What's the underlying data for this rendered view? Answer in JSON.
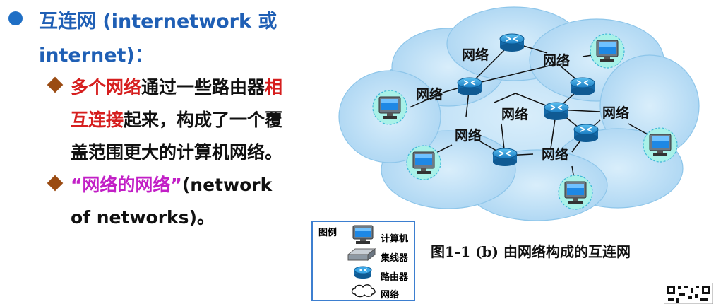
{
  "heading": {
    "line1": "互连网 (internetwork 或",
    "line2": "internet)："
  },
  "bullet1": {
    "line1": {
      "highlight1": "多个网络",
      "text": "通过一些路由器",
      "highlight2": "相"
    },
    "line2": {
      "highlight": "互连接",
      "text": "起来，构成了一个覆"
    },
    "line3": "盖范围更大的计算机网络。"
  },
  "bullet2": {
    "line1": {
      "highlight": "“网络的网络”",
      "text": "(network"
    },
    "line2": "of networks)。"
  },
  "diagram": {
    "network_label": "网络"
  },
  "legend": {
    "title": "图例",
    "computer": "计算机",
    "hub": "集线器",
    "router": "路由器",
    "network": "网络"
  },
  "caption": "图1-1 (b) 由网络构成的互连网",
  "colors": {
    "heading": "#1f5fb5",
    "highlight_red": "#d61e1e",
    "highlight_magenta": "#c21fc6",
    "cloud": "#bfe0f6",
    "router": "#1a8ad0",
    "legend_border": "#3d7fd0"
  }
}
